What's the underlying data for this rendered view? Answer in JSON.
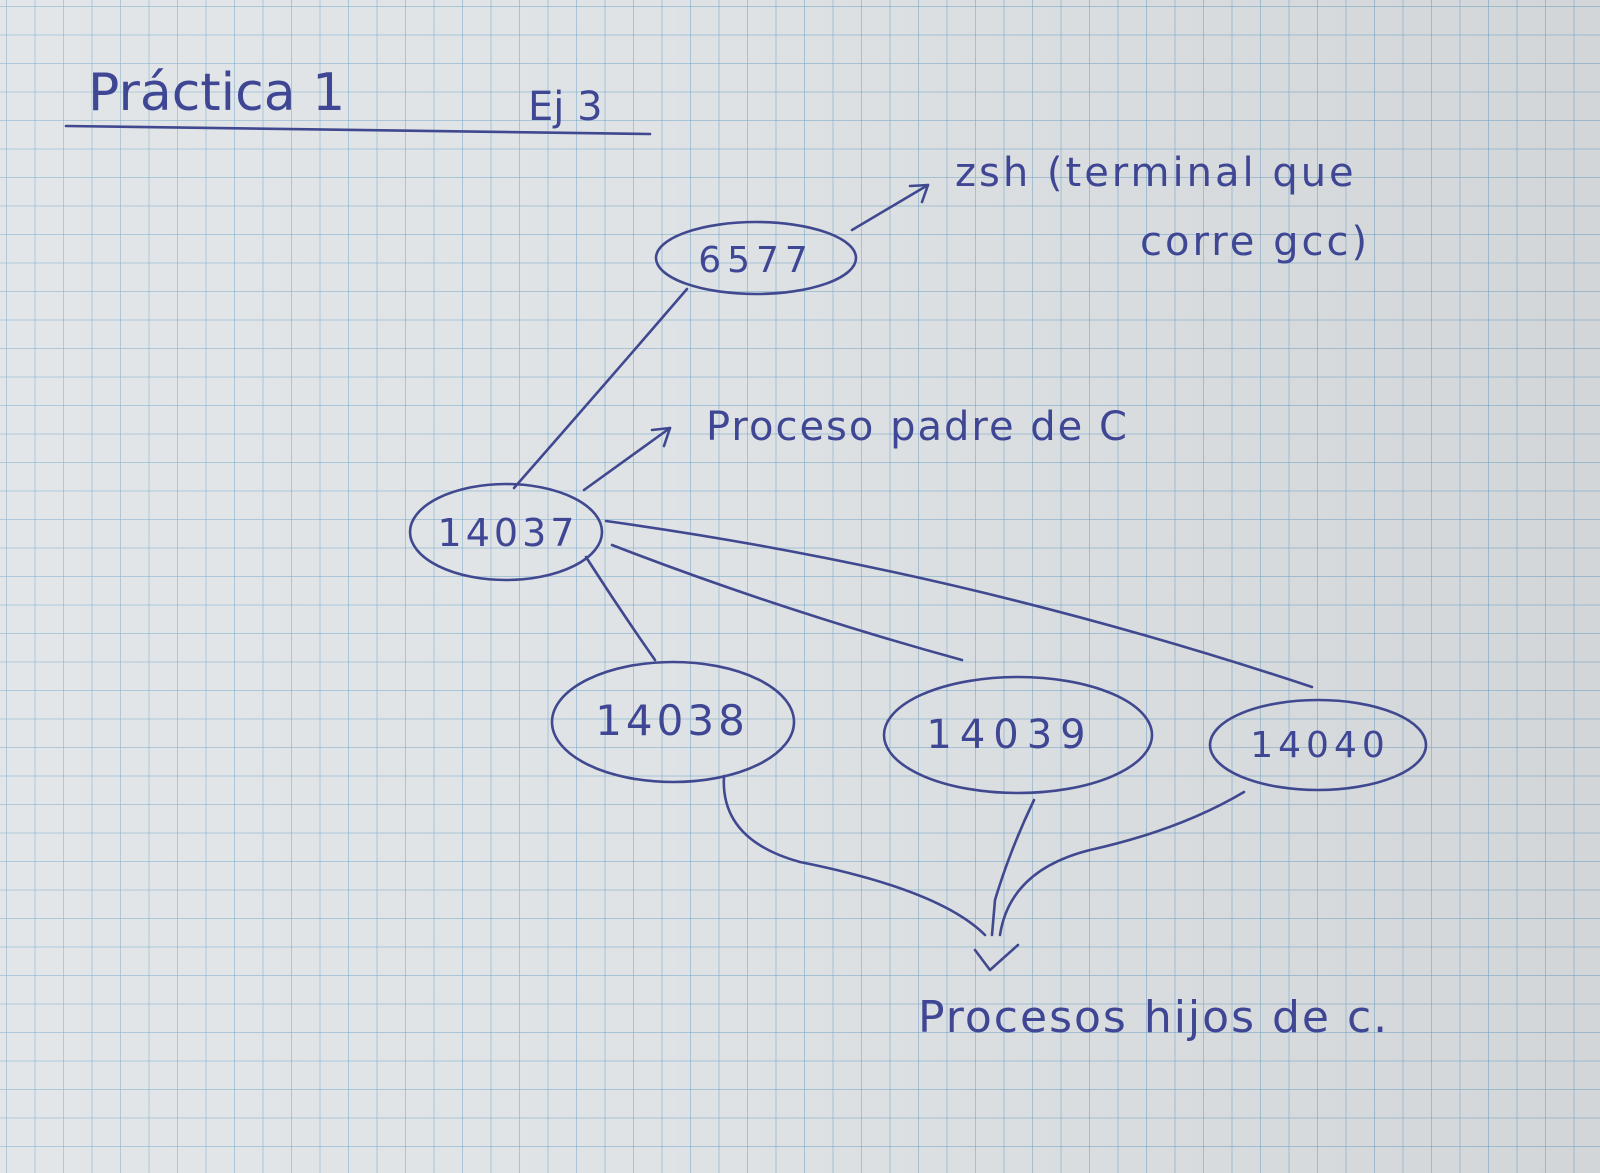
{
  "title": "Práctica 1",
  "exercise": "Ej 3",
  "nodes": {
    "root": "6577",
    "parent": "14037",
    "child1": "14038",
    "child2": "14039",
    "child3": "14040"
  },
  "annotations": {
    "root_line1": "zsh (terminal que",
    "root_line2": "corre gcc)",
    "parent": "Proceso padre de C",
    "children": "Procesos hijos de c."
  },
  "colors": {
    "ink": "#3f4794",
    "paper": "#dfe3e6",
    "grid": "#78aac8"
  }
}
